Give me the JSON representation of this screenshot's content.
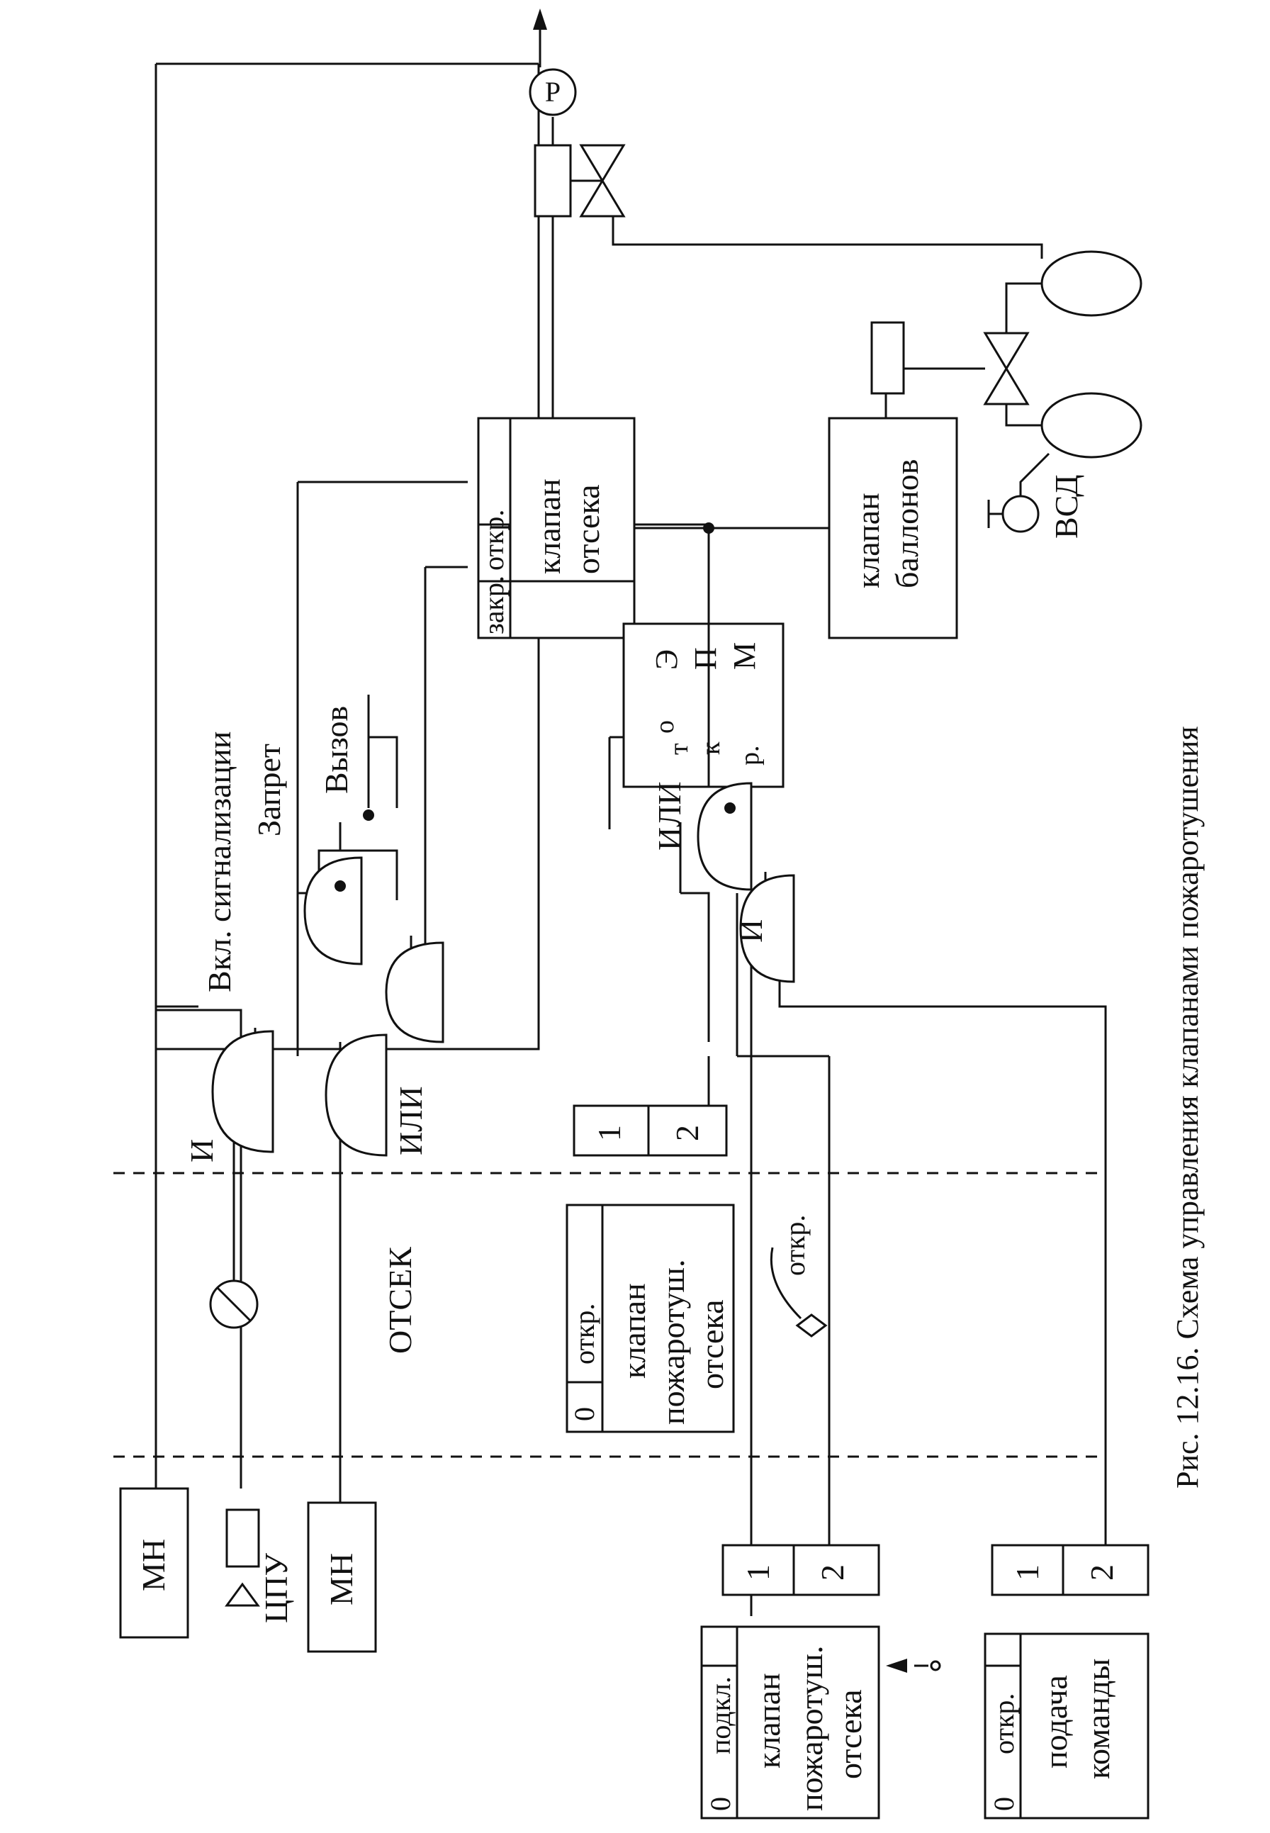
{
  "caption": "Рис. 12.16. Схема управления клапанами пожаротушения",
  "compartment_label": "ОТСЕК",
  "colors": {
    "ink": "#111111",
    "background": "#ffffff"
  },
  "blocks": {
    "mn_top": "МН",
    "mn_bottom": "МН",
    "cpu": "ЦПУ",
    "valve_compartment": {
      "close": "закр.",
      "open": "откр.",
      "line1": "клапан",
      "line2": "отсека"
    },
    "valve_cylinders": {
      "line1": "клапан",
      "line2": "баллонов"
    },
    "vsd": "ВСД",
    "pressure_sensor": "Р",
    "epm": {
      "left": [
        "о",
        "т",
        "к",
        "р."
      ],
      "right": [
        "Э",
        "П",
        "М"
      ]
    },
    "fire_valve_inside": {
      "zero": "0",
      "open": "откр.",
      "line1": "клапан",
      "line2": "пожаротуш.",
      "line3": "отсека"
    },
    "fire_valve_outside": {
      "zero": "0",
      "connect": "подкл.",
      "line1": "клапан",
      "line2": "пожаротуш.",
      "line3": "отсека"
    },
    "command": {
      "zero": "0",
      "open": "откр.",
      "line1": "подача",
      "line2": "команды"
    },
    "switch_open": "откр.",
    "switches": {
      "one": "1",
      "two": "2"
    }
  },
  "signals": {
    "alarm_on": "Вкл. сигнализации",
    "prohibit": "Запрет",
    "call": "Вызов"
  },
  "gates": {
    "and_alarm": "И",
    "or_left": "ИЛИ",
    "or_epm": "ИЛИ",
    "and_lower": "И"
  }
}
